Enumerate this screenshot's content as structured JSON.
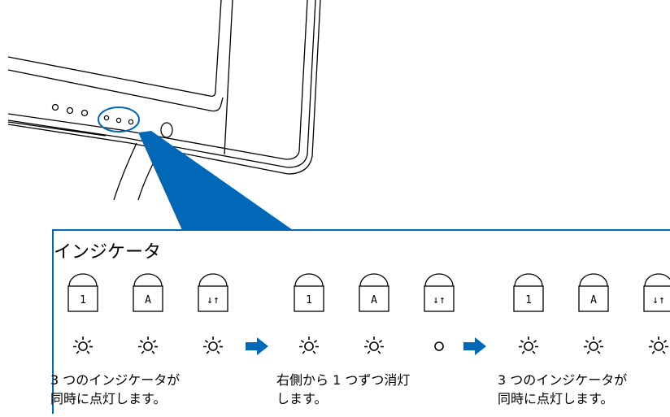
{
  "title": "インジケータ",
  "indicator_keys": [
    "1",
    "A",
    "↓↑"
  ],
  "steps": [
    {
      "lamps": [
        "on",
        "on",
        "on"
      ],
      "caption_lines": [
        "3 つのインジケータが",
        "同時に点灯します。"
      ]
    },
    {
      "lamps": [
        "on",
        "on",
        "off"
      ],
      "caption_lines": [
        "右側から 1 つずつ消灯",
        "します。"
      ]
    },
    {
      "lamps": [
        "on",
        "on",
        "on"
      ],
      "caption_lines": [
        "3 つのインジケータが",
        "同時に点灯します。"
      ]
    }
  ],
  "colors": {
    "accent": "#0068b7",
    "line": "#000000"
  },
  "icons": {
    "lit": "lamp-lit-icon",
    "unlit": "lamp-off-icon",
    "next": "arrow-right-icon"
  }
}
